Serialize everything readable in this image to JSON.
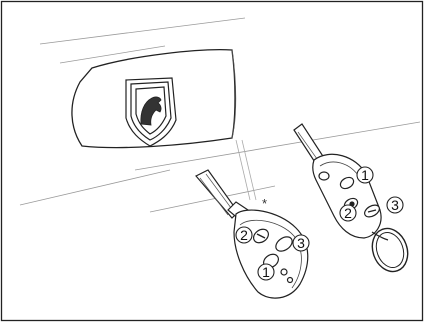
{
  "figure": {
    "note_mark": "*",
    "folding_key_callouts": [
      "1",
      "2",
      "3"
    ],
    "remote_key_callouts": [
      "2",
      "3",
      "1"
    ]
  },
  "colors": {
    "line": "#222222",
    "panel_fill": "#ffffff",
    "page_bg": "#ffffff"
  }
}
